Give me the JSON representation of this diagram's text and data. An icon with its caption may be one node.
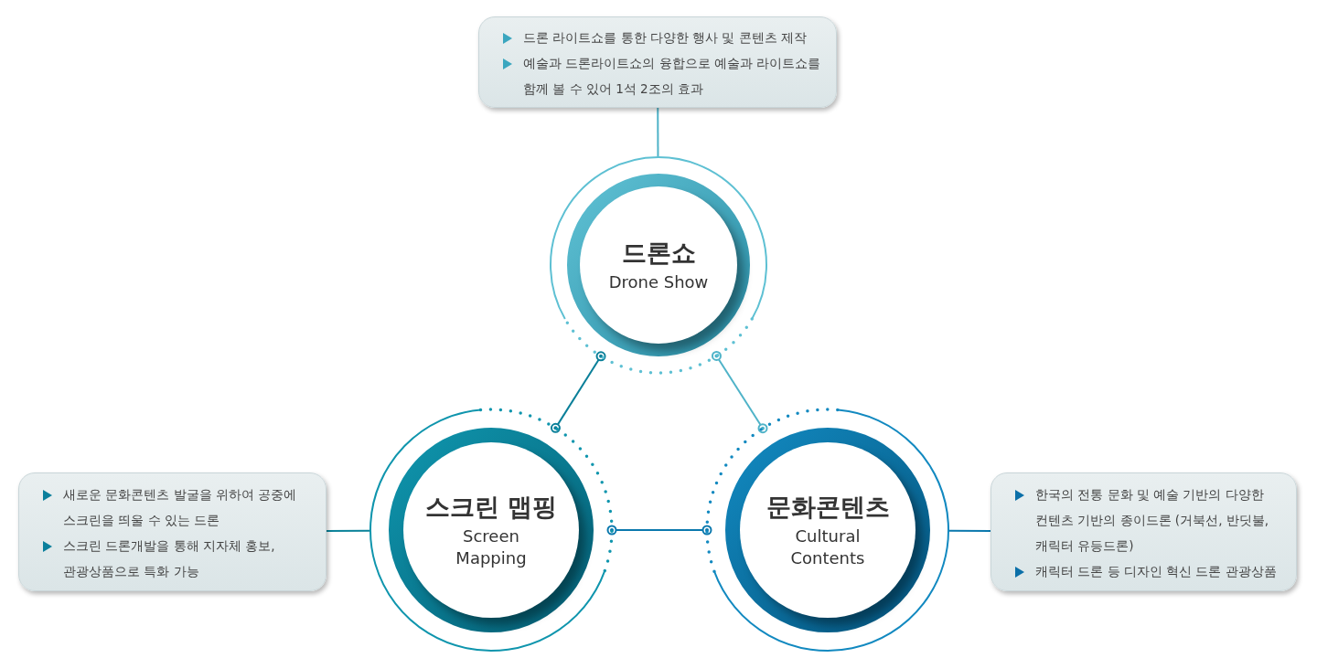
{
  "diagram": {
    "nodes": [
      {
        "text": [
          "드론 라이트쇼를 통한 다양한 행사 및 콘텐츠 제작",
          "예술과 드론라이트쇼의 융합으로 예술과 라이트쇼를 함께 볼 수 있어 1석 2조의 효과"
        ]
      },
      {
        "text": [
          "드론쇼",
          "Drone Show"
        ]
      },
      {
        "text": [
          "스크린 맵핑",
          "Screen Mapping"
        ]
      },
      {
        "text": [
          "문화콘텐츠",
          "Cultural Contents"
        ]
      },
      {
        "text": [
          "새로운 문화콘텐츠 발굴을 위하여 공중에 스크린을 띄울 수 있는 드론",
          "스크린 드론개발을 통해 지자체 홍보, 관광상품으로 특화 가능"
        ]
      },
      {
        "text": [
          "한국의 전통 문화 및 예술 기반의 다양한 컨텐츠 기반의 종이드론 (거북선, 반딧불, 캐릭터 유등드론)",
          "캐릭터 드론 등 디자인 혁신 드론 관광상품"
        ]
      }
    ],
    "edges": [
      {
        "from": 0,
        "to": 1,
        "arrow": "none",
        "color": "#4fb3c8"
      },
      {
        "from": 1,
        "to": 2,
        "arrow": "other",
        "color": "#0a7f99"
      },
      {
        "from": 1,
        "to": 3,
        "arrow": "other",
        "color": "#4fb3c8"
      },
      {
        "from": 2,
        "to": 3,
        "arrow": "other",
        "color": "#0a78ad"
      },
      {
        "from": 4,
        "to": 2,
        "arrow": "none",
        "color": "#0a8299"
      },
      {
        "from": 3,
        "to": 5,
        "arrow": "none",
        "color": "#0b78ad"
      }
    ]
  }
}
